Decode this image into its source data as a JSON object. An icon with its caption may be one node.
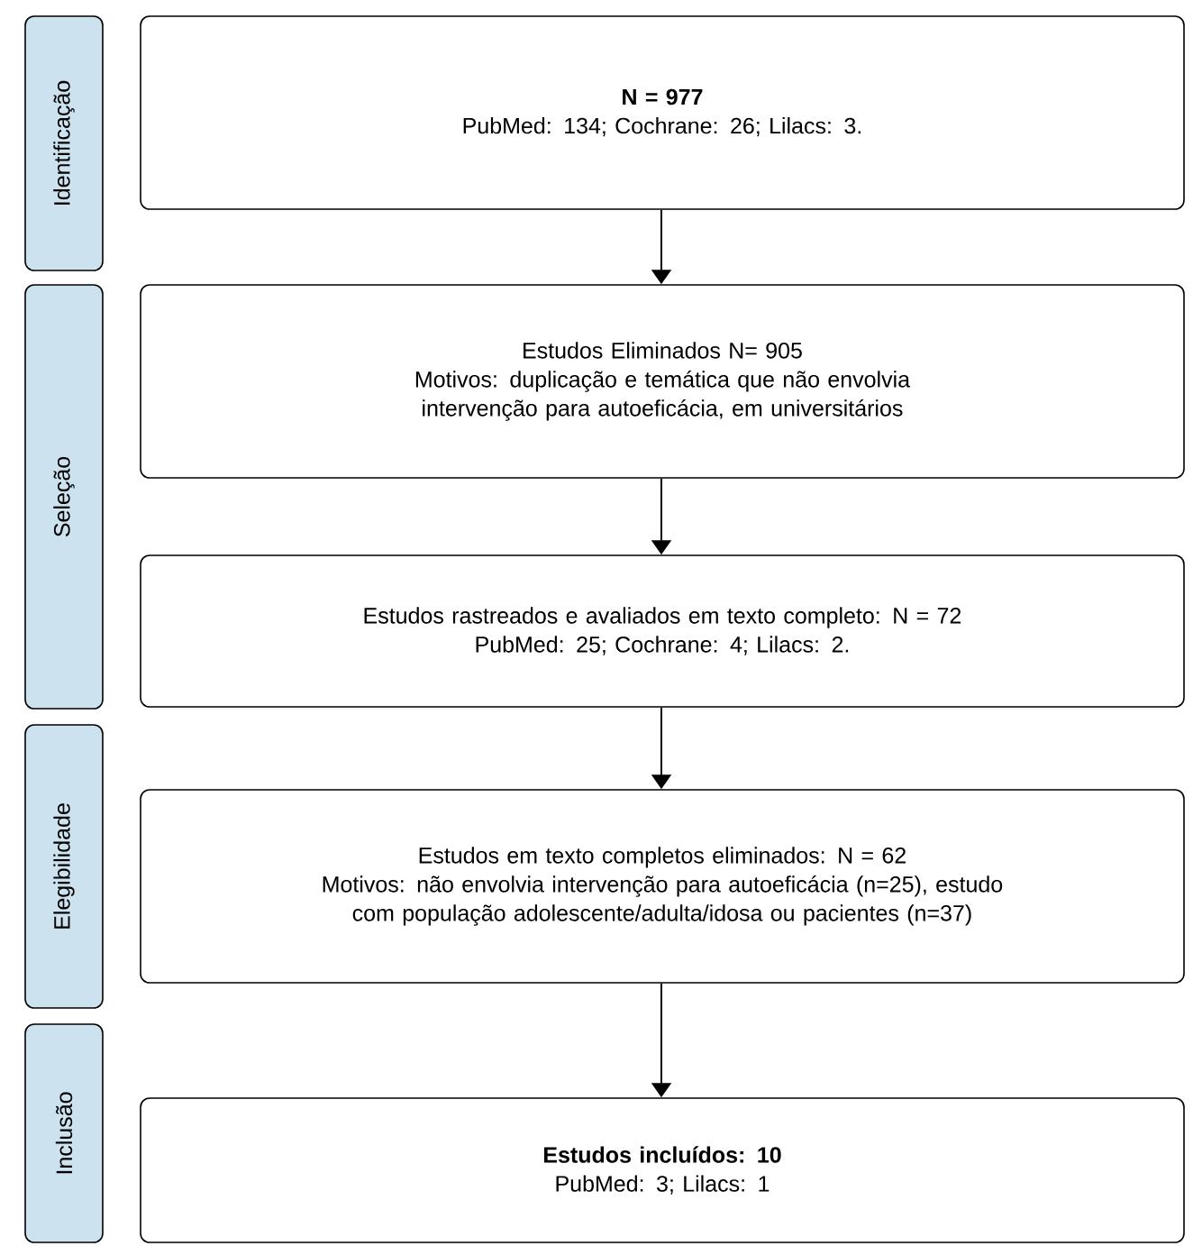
{
  "diagram": {
    "nodes": [
      {
        "text": [
          "N = 977",
          "PubMed: 134; Cochrane: 26; Lilacs: 3."
        ]
      },
      {
        "text": [
          "Estudos Eliminados   N= 905",
          "Motivos: duplicação e temática que não envolvia intervenção para autoeficácia, em universitários"
        ]
      },
      {
        "text": [
          "Estudos rastreados e avaliados em texto completo: N = 72",
          "PubMed: 25; Cochrane: 4; Lilacs: 2."
        ]
      },
      {
        "text": [
          "Estudos em texto completos eliminados: N = 62",
          "Motivos: não envolvia intervenção para autoeficácia (n=25), estudo com população adolescente/adulta/idosa ou pacientes (n=37)"
        ]
      },
      {
        "text": [
          "Estudos incluídos: 10",
          "PubMed: 3; Lilacs: 1"
        ]
      },
      {
        "text": [
          "Identificação"
        ]
      },
      {
        "text": [
          "Seleção"
        ]
      },
      {
        "text": [
          "Elegibilidade"
        ]
      },
      {
        "text": [
          "Inclusão"
        ]
      }
    ],
    "edges": [
      {
        "from": 0,
        "to": 1,
        "arrow": "to"
      },
      {
        "from": 1,
        "to": 2,
        "arrow": "to"
      },
      {
        "from": 2,
        "to": 3,
        "arrow": "to"
      },
      {
        "from": 3,
        "to": 4,
        "arrow": "to"
      }
    ]
  }
}
